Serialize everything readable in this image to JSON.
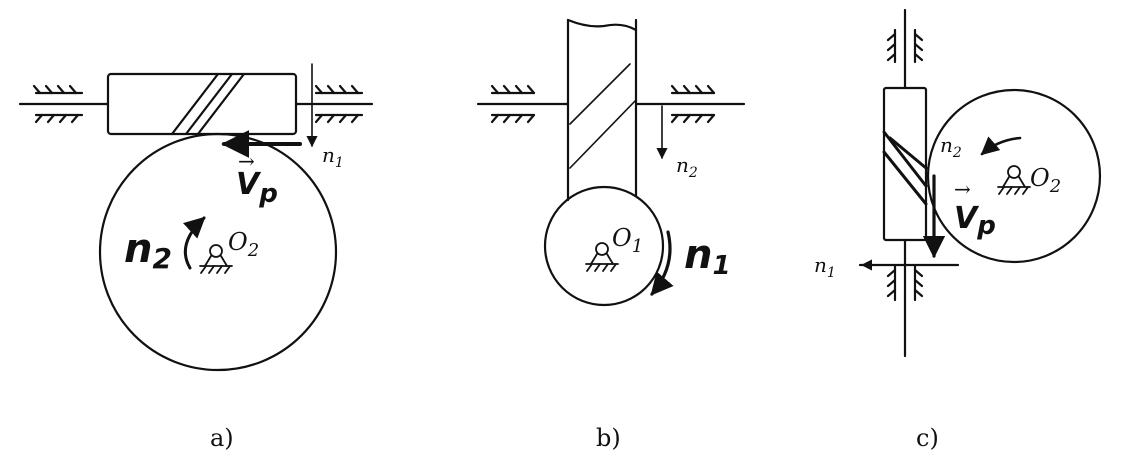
{
  "panels": [
    {
      "caption": "a)",
      "labels": {
        "n1": "n",
        "n1_sub": "1",
        "n2": "n",
        "n2_sub": "2",
        "vp": "V",
        "vp_sub": "p",
        "o2": "O",
        "o2_sub": "2"
      }
    },
    {
      "caption": "b)",
      "labels": {
        "n2": "n",
        "n2_sub": "2",
        "n1": "n",
        "n1_sub": "1",
        "o1": "O",
        "o1_sub": "1"
      }
    },
    {
      "caption": "c)",
      "labels": {
        "n1": "n",
        "n1_sub": "1",
        "n2": "n",
        "n2_sub": "2",
        "vp": "V",
        "vp_sub": "p",
        "o2": "O",
        "o2_sub": "2"
      }
    }
  ],
  "colors": {
    "ink": "#111111",
    "background": "#ffffff"
  }
}
